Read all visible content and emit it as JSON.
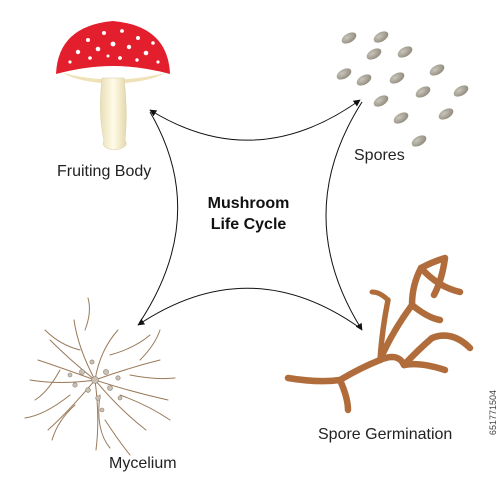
{
  "diagram": {
    "title_line1": "Mushroom",
    "title_line2": "Life Cycle",
    "stages": {
      "fruiting_body": "Fruiting Body",
      "spores": "Spores",
      "spore_germination": "Spore Germination",
      "mycelium": "Mycelium"
    },
    "flow_order": [
      "Fruiting Body",
      "Spores",
      "Spore Germination",
      "Mycelium"
    ]
  },
  "stock_id": "651771504",
  "colors": {
    "cap": "#e31e2d",
    "cap_spots": "#ffffff",
    "stem": "#fdf6d8",
    "gills": "#f3e7c2",
    "spore": "#a49f92",
    "germination": "#b06d3b",
    "mycelium": "#9a7a5a",
    "arrow": "#111111"
  }
}
